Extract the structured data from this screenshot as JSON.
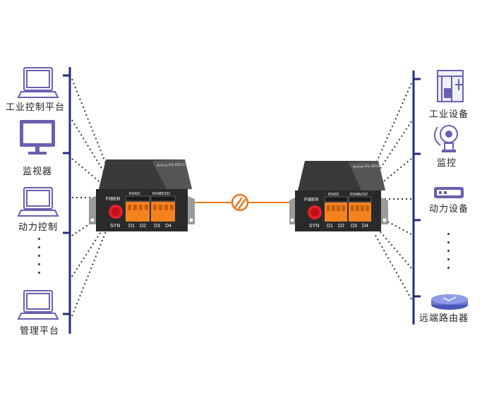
{
  "left_labels": [
    "工业控制平台",
    "监视器",
    "动力控制",
    "管理平台"
  ],
  "right_labels": [
    "工业设备",
    "监控",
    "动力设备",
    "远端路由器"
  ],
  "device": {
    "fiber": "FIBER",
    "syn": "SYN",
    "rs422": "RS422",
    "rs485": "RS485/232",
    "d1": "D1",
    "d2": "D2",
    "d3": "D3",
    "d4": "D4"
  },
  "colors": {
    "bus": "#1f2f7a",
    "fiber": "#e87a1e",
    "icon": "#6a5fb0",
    "button": "#e0202a"
  }
}
